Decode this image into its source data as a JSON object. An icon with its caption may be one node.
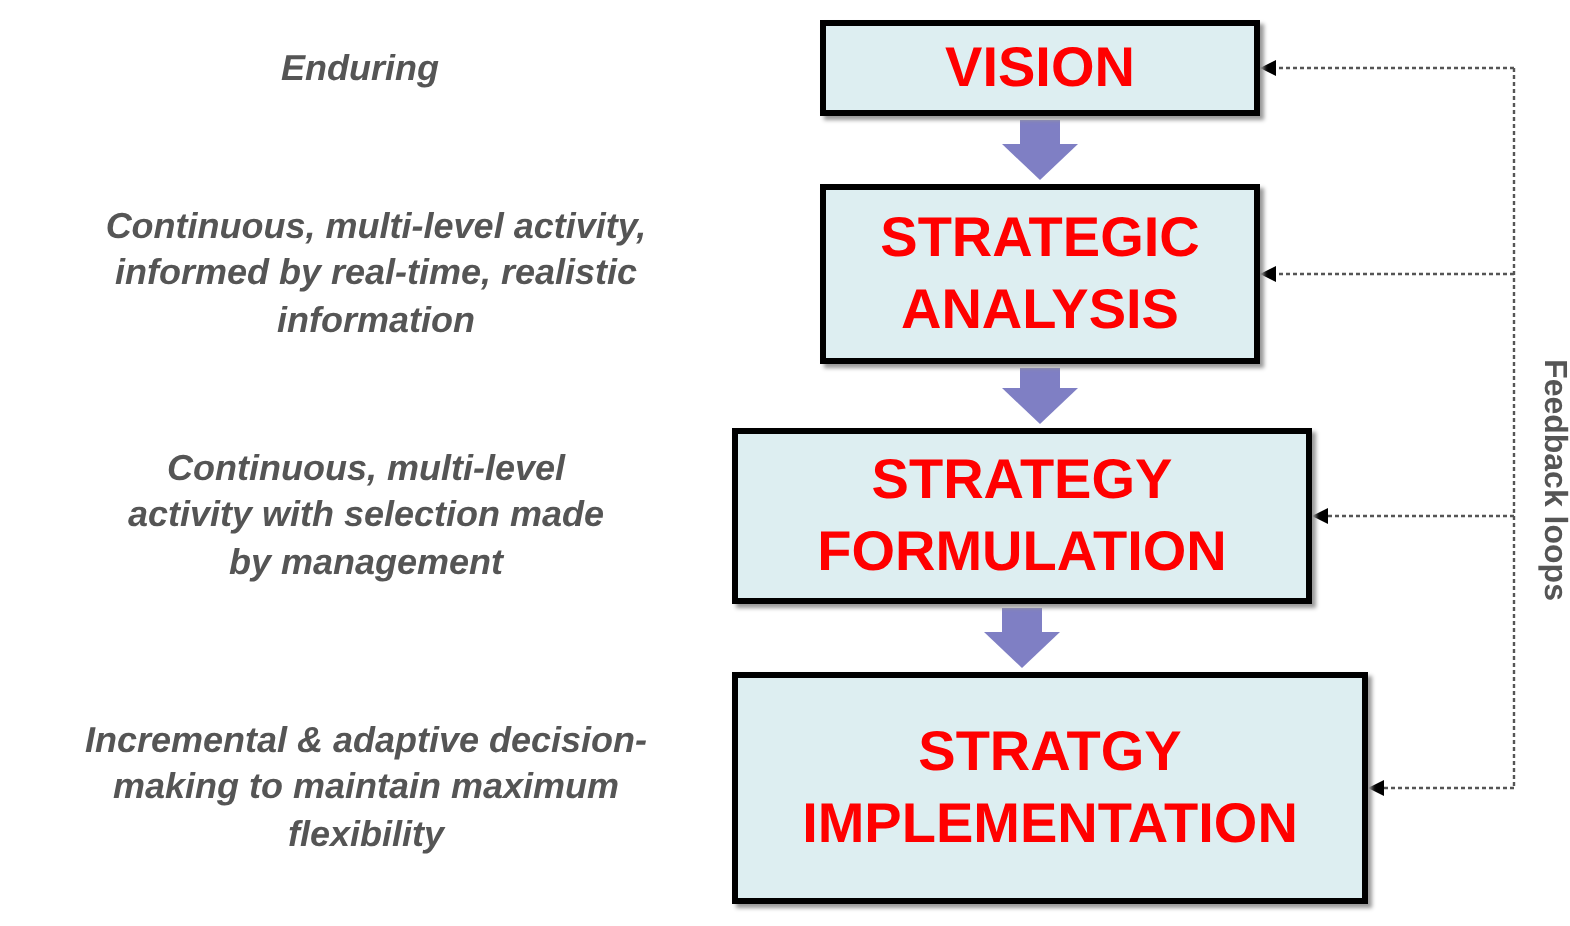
{
  "diagram": {
    "nodes": [
      {
        "text": [
          "VISION"
        ]
      },
      {
        "text": [
          "STRATEGIC ANALYSIS"
        ]
      },
      {
        "text": [
          "STRATEGY FORMULATION"
        ]
      },
      {
        "text": [
          "STRATGY IMPLEMENTATION"
        ]
      }
    ],
    "edges": [
      {
        "from": 0,
        "to": 1,
        "arrow": "to",
        "style": "thick",
        "color": "#7f7fc4"
      },
      {
        "from": 1,
        "to": 2,
        "arrow": "to",
        "style": "thick",
        "color": "#7f7fc4"
      },
      {
        "from": 2,
        "to": 3,
        "arrow": "to",
        "style": "thick",
        "color": "#7f7fc4"
      },
      {
        "from": null,
        "to": 0,
        "arrow": "to",
        "style": "dashed"
      },
      {
        "from": null,
        "to": 1,
        "arrow": "to",
        "style": "dashed"
      },
      {
        "from": null,
        "to": 2,
        "arrow": "to",
        "style": "dashed"
      },
      {
        "from": null,
        "to": 3,
        "arrow": "to",
        "style": "dashed"
      }
    ],
    "labels": [
      "Enduring",
      "Continuous, multi-level activity, informed by real-time, realistic information",
      "Continuous, multi-level activity with selection made by management",
      "Incremental & adaptive decision-making to maintain maximum flexibility",
      "Feedback loops"
    ]
  }
}
